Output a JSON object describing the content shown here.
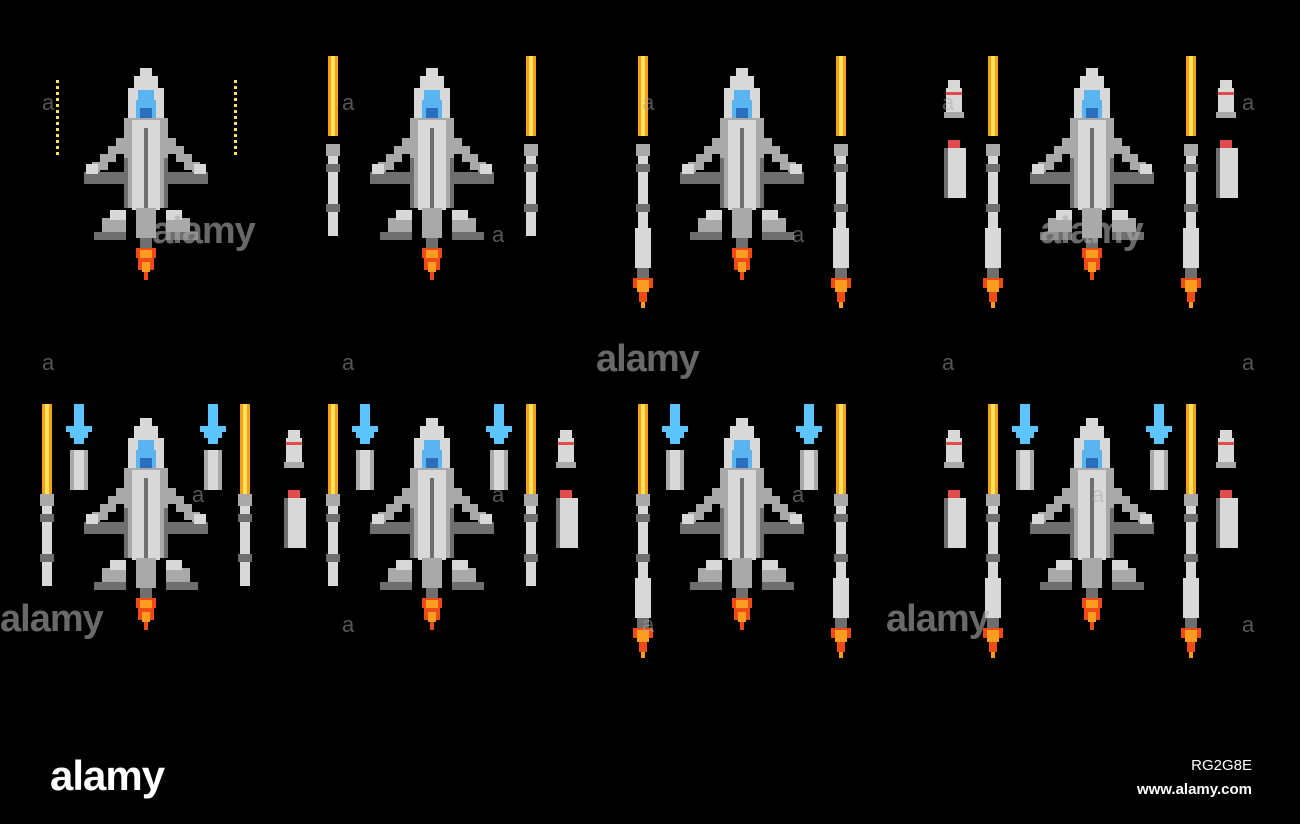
{
  "ships": [
    {
      "label": "",
      "variant": "basic"
    },
    {
      "label": "",
      "variant": "twin-lasers"
    },
    {
      "label": "",
      "variant": "twin-lasers-boosters"
    },
    {
      "label": "",
      "variant": "twin-lasers-boosters-missiles"
    },
    {
      "label": "",
      "variant": "lasers-downwards"
    },
    {
      "label": "",
      "variant": "lasers-downwards-missiles"
    },
    {
      "label": "",
      "variant": "lasers-downwards-boosters"
    },
    {
      "label": "",
      "variant": "lasers-downwards-boosters-missiles"
    }
  ],
  "palette": {
    "background": "#000000",
    "hull_light": "#d8d8d8",
    "hull_mid": "#a9a9a9",
    "hull_dark": "#6f6f6f",
    "cockpit": "#5ab4f0",
    "cockpit_dark": "#2a6fbd",
    "laser_orange": "#f3a11c",
    "laser_yellow": "#ffe15a",
    "flame_red": "#f04a17",
    "flame_orange": "#fb9d21",
    "blue_arrow": "#5cc4ff",
    "missile_red": "#e04b4b"
  },
  "watermarks": {
    "big_text": "alamy",
    "small_text": "a"
  },
  "footer": {
    "brand": "alamy",
    "image_id": "RG2G8E",
    "url": "www.alamy.com"
  }
}
